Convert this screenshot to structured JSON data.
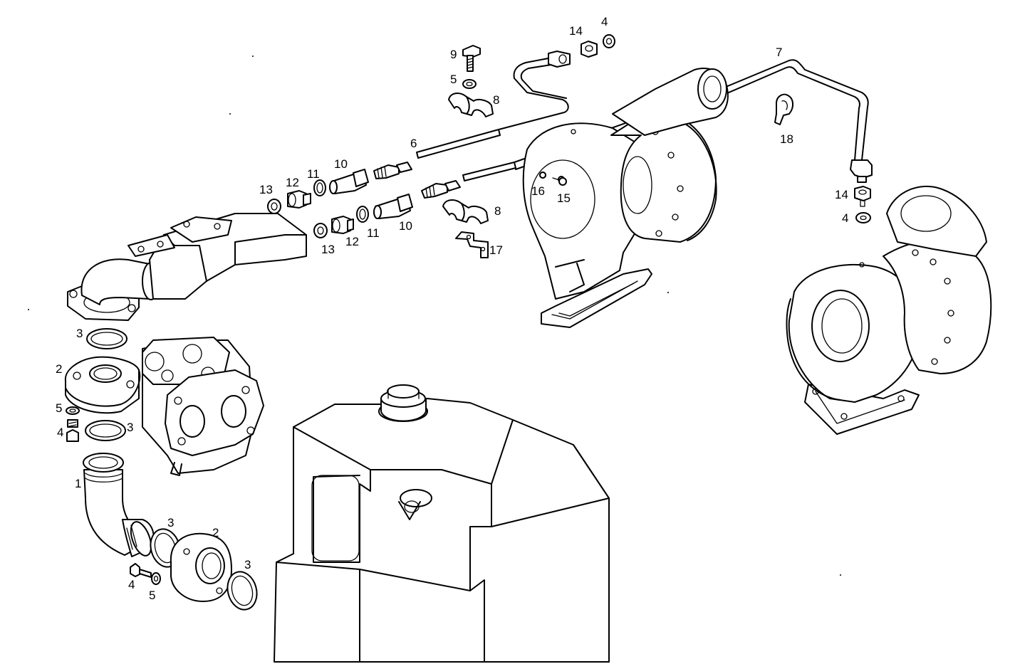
{
  "callouts": {
    "c1": "1",
    "c2a": "2",
    "c2b": "2",
    "c3a": "3",
    "c3b": "3",
    "c3c": "3",
    "c3d": "3",
    "c4a": "4",
    "c4b": "4",
    "c4c": "4",
    "c4d": "4",
    "c5a": "5",
    "c5b": "5",
    "c5c": "5",
    "c6": "6",
    "c7": "7",
    "c8a": "8",
    "c8b": "8",
    "c9": "9",
    "c10a": "10",
    "c10b": "10",
    "c11a": "11",
    "c11b": "11",
    "c12a": "12",
    "c12b": "12",
    "c13a": "13",
    "c13b": "13",
    "c14a": "14",
    "c14b": "14",
    "c15": "15",
    "c16": "16",
    "c17": "17",
    "c18": "18"
  }
}
